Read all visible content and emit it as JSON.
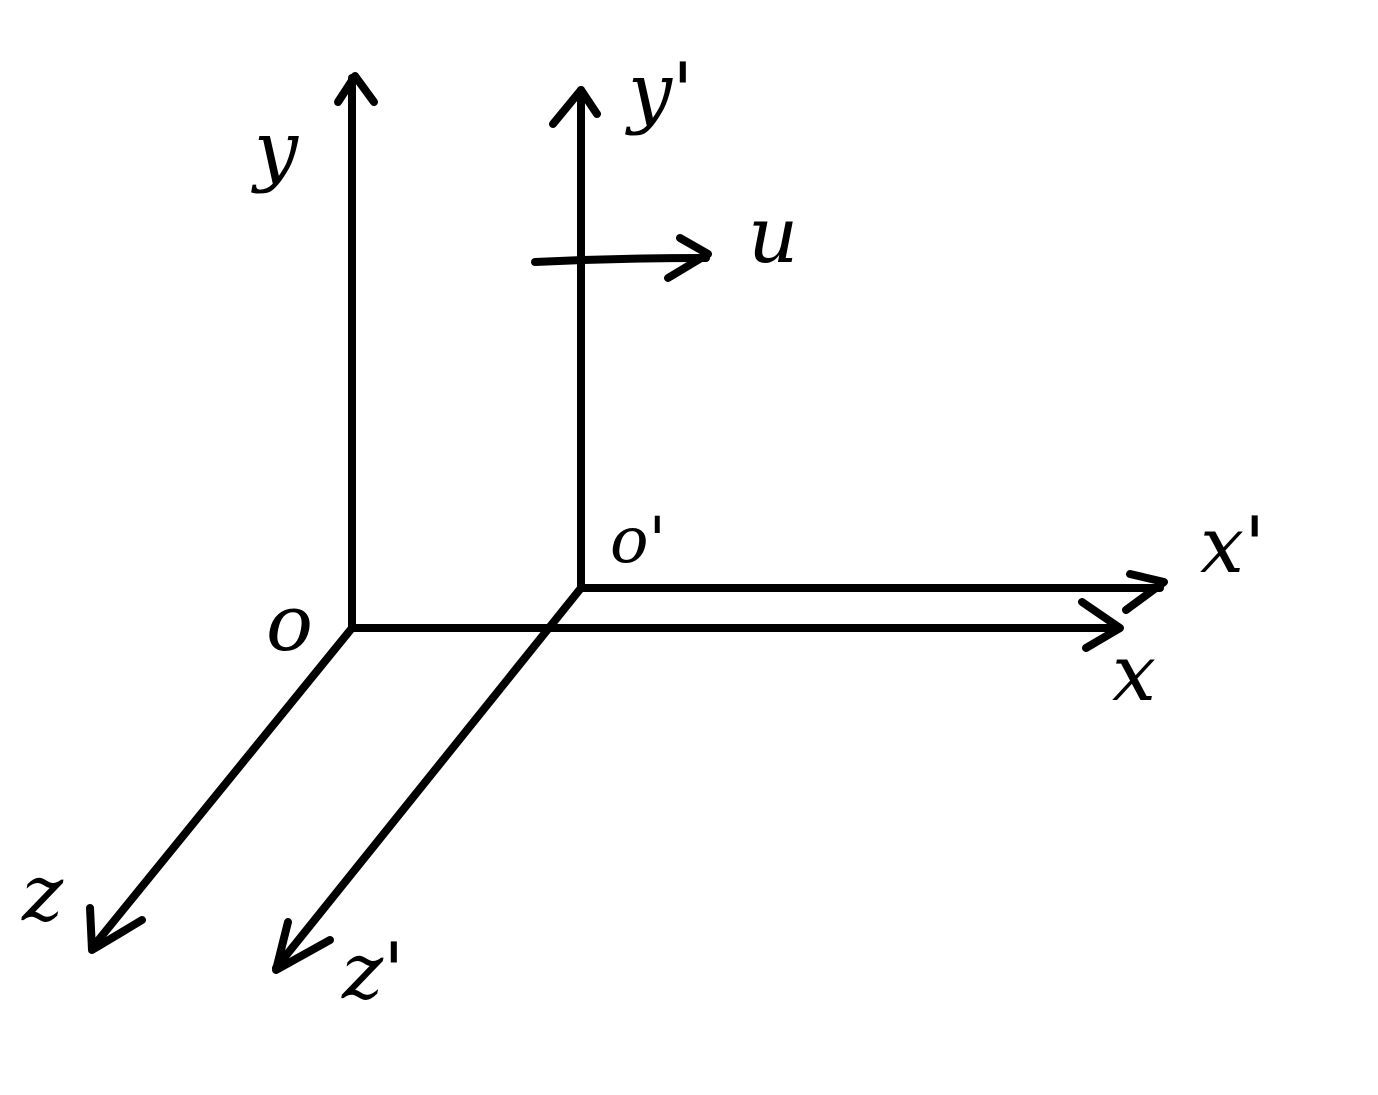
{
  "diagram": {
    "stroke_color": "#000000",
    "background_color": "#ffffff",
    "frame_S": {
      "origin_label": "o",
      "x_label": "x",
      "y_label": "y",
      "z_label": "z"
    },
    "frame_S_prime": {
      "origin_label": "o'",
      "x_label": "x'",
      "y_label": "y'",
      "z_label": "z'"
    },
    "velocity_label": "u"
  }
}
